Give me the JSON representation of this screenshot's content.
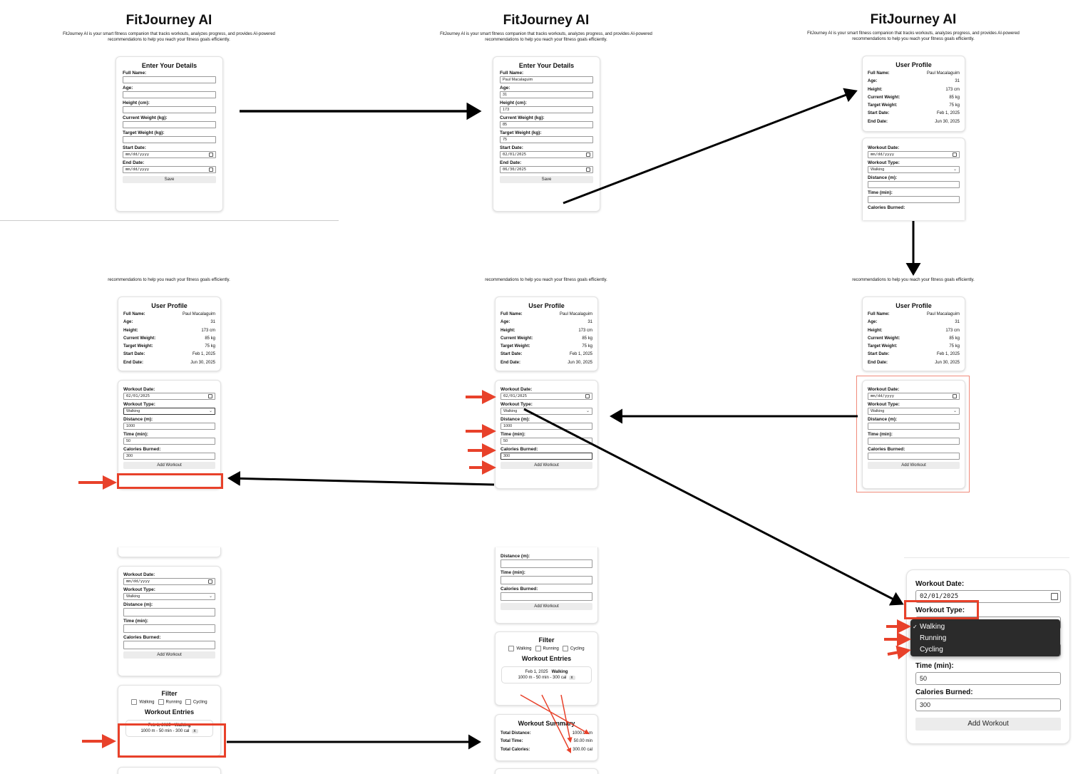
{
  "app": {
    "title": "FitJourney AI",
    "description": "FitJourney AI is your smart fitness companion that tracks workouts, analyzes progress, and provides AI-powered recommendations to help you reach your fitness goals efficiently.",
    "description_partial": "recommendations to help you reach your fitness goals efficiently."
  },
  "details_form": {
    "title": "Enter Your Details",
    "labels": {
      "full_name": "Full Name:",
      "age": "Age:",
      "height": "Height (cm):",
      "current_weight": "Current Weight (kg):",
      "target_weight": "Target Weight (kg):",
      "start_date": "Start Date:",
      "end_date": "End Date:"
    },
    "date_placeholder": "mm/dd/yyyy",
    "save_label": "Save",
    "filled": {
      "full_name": "Paul Macalaguim",
      "age": "31",
      "height": "173",
      "current_weight": "85",
      "target_weight": "75",
      "start_date": "02/01/2025",
      "end_date": "06/30/2025"
    }
  },
  "profile": {
    "title": "User Profile",
    "rows": [
      {
        "label": "Full Name:",
        "value": "Paul Macalaguim"
      },
      {
        "label": "Age:",
        "value": "31"
      },
      {
        "label": "Height:",
        "value": "173 cm"
      },
      {
        "label": "Current Weight:",
        "value": "85 kg"
      },
      {
        "label": "Target Weight:",
        "value": "75 kg"
      },
      {
        "label": "Start Date:",
        "value": "Feb 1, 2025"
      },
      {
        "label": "End Date:",
        "value": "Jun 30, 2025"
      }
    ]
  },
  "workout_form": {
    "labels": {
      "date": "Workout Date:",
      "type": "Workout Type:",
      "distance": "Distance (m):",
      "time": "Time (min):",
      "calories": "Calories Burned:"
    },
    "date_placeholder": "mm/dd/yyyy",
    "type_selected": "Walking",
    "type_options": [
      "Walking",
      "Running",
      "Cycling"
    ],
    "filled": {
      "date": "02/01/2025",
      "distance": "1000",
      "time": "50",
      "calories": "300"
    },
    "add_label": "Add Workout"
  },
  "filter": {
    "title": "Filter",
    "options": [
      "Walking",
      "Running",
      "Cycling"
    ]
  },
  "entries": {
    "title": "Workout Entries",
    "items": [
      {
        "date": "Feb 1, 2025",
        "type": "Walking",
        "summary": "1000 m - 50 min - 300 cal",
        "remove": "x"
      }
    ]
  },
  "summary": {
    "title": "Workout Summary",
    "rows": [
      {
        "label": "Total Distance:",
        "value": "1000.00 m"
      },
      {
        "label": "Total Time:",
        "value": "50.00 min"
      },
      {
        "label": "Total Calories:",
        "value": "300.00 cal"
      }
    ]
  },
  "annotation_colors": {
    "arrow": "#000000",
    "highlight": "#e8412a"
  }
}
